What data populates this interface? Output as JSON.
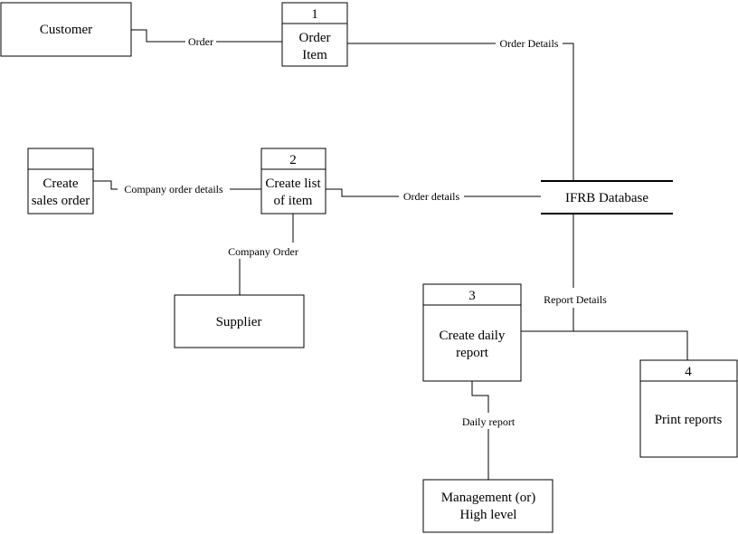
{
  "entities": {
    "customer": "Customer",
    "supplier": "Supplier",
    "management": [
      "Management (or)",
      "High level"
    ]
  },
  "processes": {
    "p1": {
      "number": "1",
      "label": [
        "Order",
        "Item"
      ]
    },
    "p2": {
      "number": "2",
      "label": [
        "Create list",
        "of item"
      ]
    },
    "p3": {
      "number": "3",
      "label": [
        "Create daily",
        "report"
      ]
    },
    "p4": {
      "number": "4",
      "label": [
        "Print reports"
      ]
    },
    "sales": {
      "number": "",
      "label": [
        "Create",
        "sales order"
      ]
    }
  },
  "datastore": {
    "label": "IFRB Database"
  },
  "flows": {
    "order": "Order",
    "order_details_top": "Order Details",
    "company_order_details": "Company order details",
    "order_details_mid": "Order details",
    "company_order": "Company Order",
    "report_details": "Report Details",
    "daily_report": "Daily report"
  }
}
